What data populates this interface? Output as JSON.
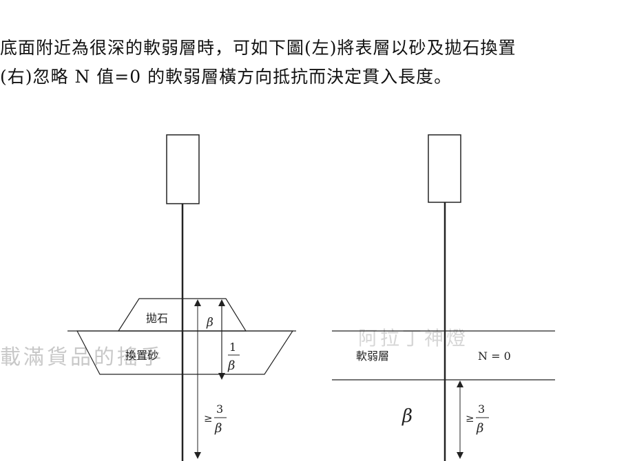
{
  "text": {
    "line1": "底面附近為很深的軟弱層時，可如下圖(左)將表層以砂及拋石換置",
    "line2": "(右)忽略 N 值=0 的軟弱層橫方向抵抗而決定貫入長度。"
  },
  "watermarks": {
    "left": "載滿貨品的搖手",
    "right": "阿拉丁神燈"
  },
  "left_diagram": {
    "rubble_label": "拋石",
    "sand_label": "換置砂",
    "beta": "β",
    "one": "1",
    "ge": "≥",
    "three": "3"
  },
  "right_diagram": {
    "soft_label": "軟弱層",
    "n_label": "N = 0",
    "beta": "β",
    "ge": "≥",
    "three": "3"
  },
  "colors": {
    "line": "#222222",
    "watermark": "#c8c8c8"
  }
}
